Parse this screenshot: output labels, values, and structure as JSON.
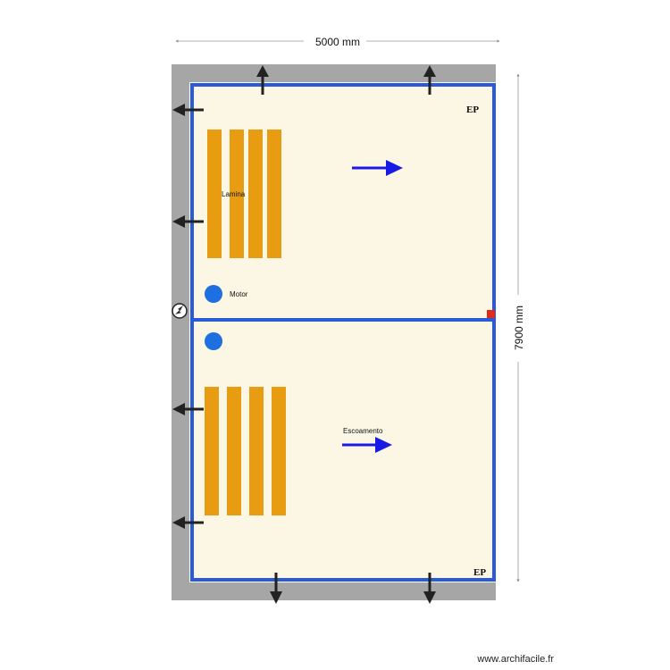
{
  "dimensions": {
    "width": "5000 mm",
    "height": "7900 mm"
  },
  "labels": {
    "ep_top": "EP",
    "ep_bottom": "EP",
    "lamina": "Lamina",
    "motor": "Motor",
    "escoamento": "Escoamento"
  },
  "watermark": "www.archifacile.fr",
  "colors": {
    "wall_outer": "#a6a6a6",
    "room_fill": "#fbf7e4",
    "room_border": "#2a5bd7",
    "bar": "#e89c12",
    "motor": "#1e6fe0",
    "flow_arrow": "#1a1ae6",
    "vent_arrow": "#222222",
    "marker": "#e02b1b"
  }
}
